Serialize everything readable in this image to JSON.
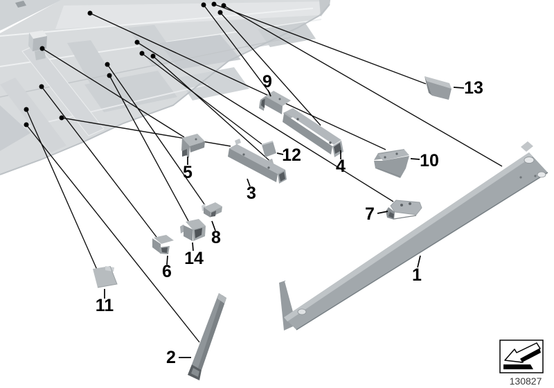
{
  "diagram": {
    "drawing_number": "130827",
    "callouts": [
      {
        "number": "1"
      },
      {
        "number": "2"
      },
      {
        "number": "3"
      },
      {
        "number": "4"
      },
      {
        "number": "5"
      },
      {
        "number": "6"
      },
      {
        "number": "7"
      },
      {
        "number": "8"
      },
      {
        "number": "9"
      },
      {
        "number": "10"
      },
      {
        "number": "11"
      },
      {
        "number": "12"
      },
      {
        "number": "13"
      },
      {
        "number": "14"
      }
    ],
    "legend": {
      "icon": "bent-sheet-arrow-icon"
    },
    "colors": {
      "background": "#ffffff",
      "leader_line": "#111111",
      "assembly_gray": "#d8dbdd",
      "part_top_gray": "#b3b8bc",
      "part_side_gray": "#8f9599",
      "part_dark_gray": "#565b5f",
      "label_color": "#000000"
    }
  }
}
